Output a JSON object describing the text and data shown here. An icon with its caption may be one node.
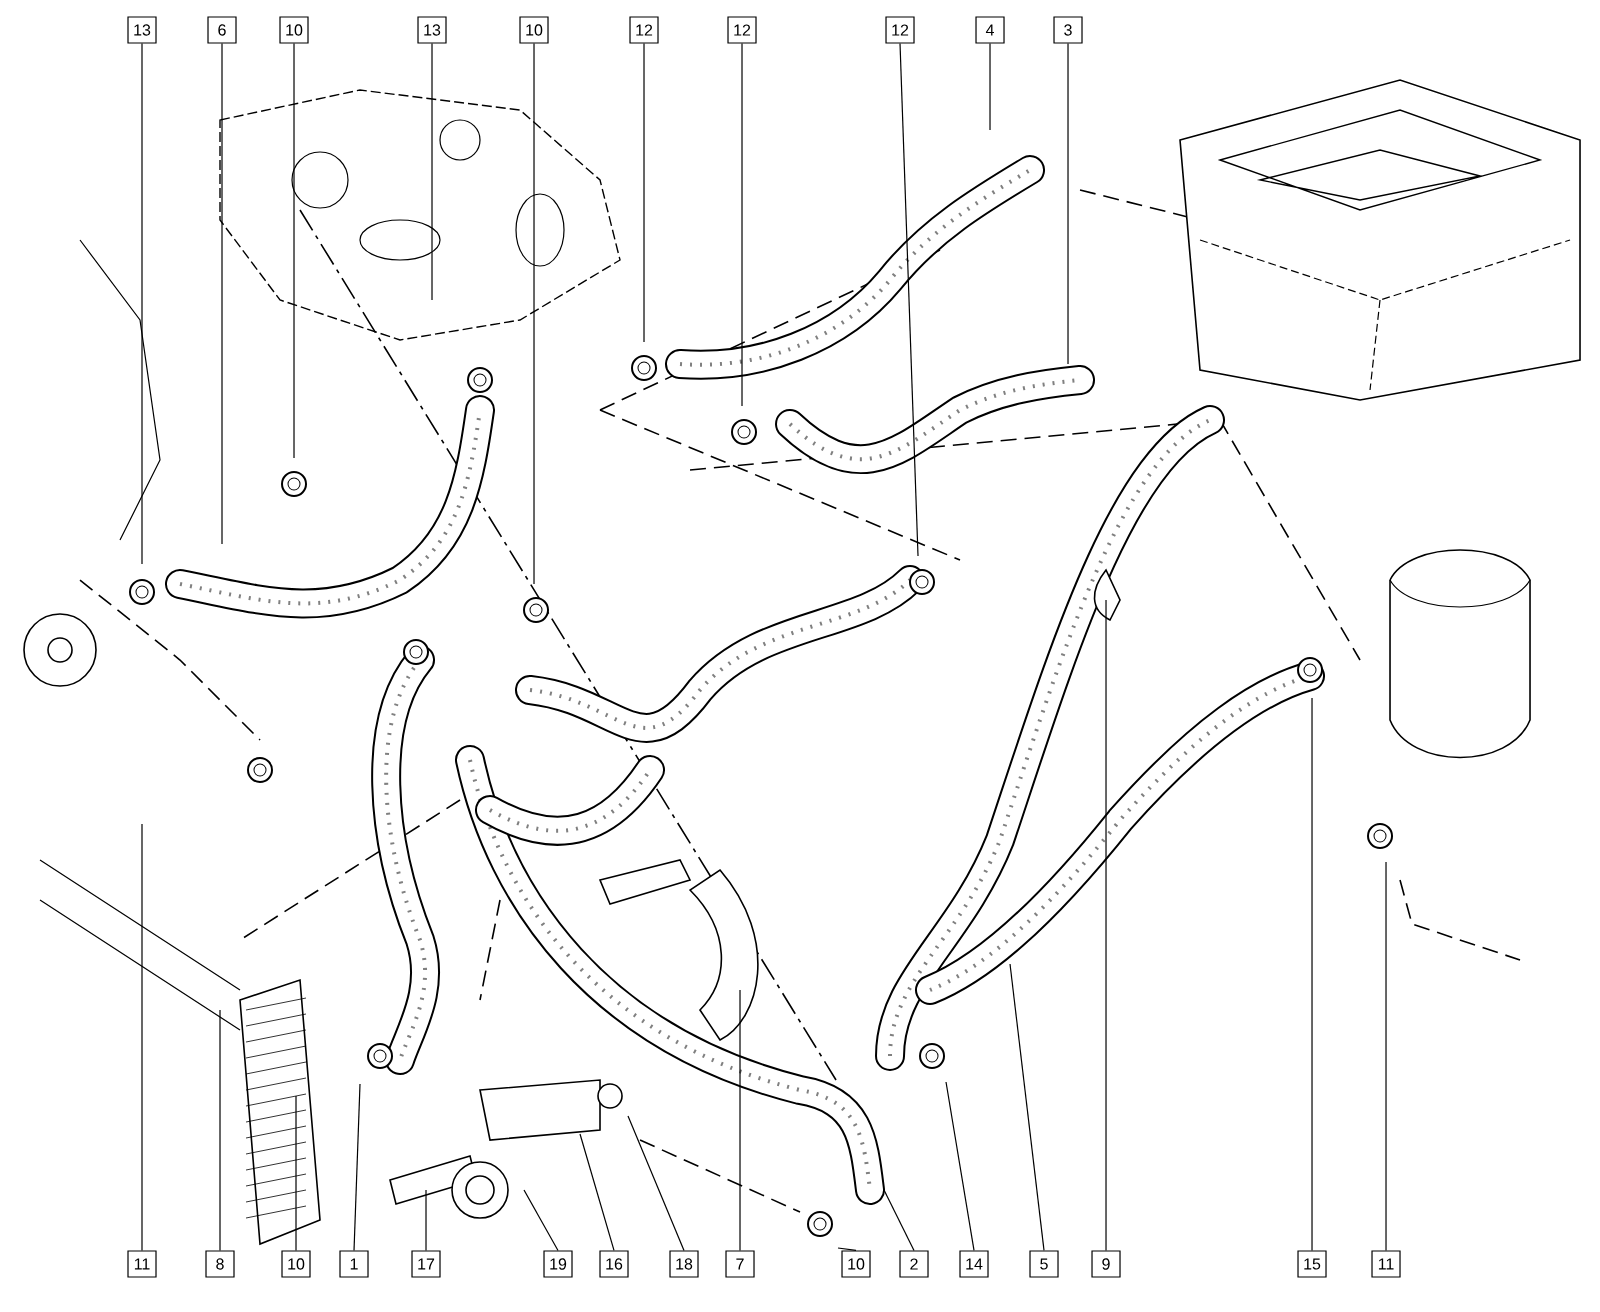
{
  "diagram": {
    "nodes": [
      {
        "text": [
          "13"
        ]
      },
      {
        "text": [
          "6"
        ]
      },
      {
        "text": [
          "10"
        ]
      },
      {
        "text": [
          "13"
        ]
      },
      {
        "text": [
          "10"
        ]
      },
      {
        "text": [
          "12"
        ]
      },
      {
        "text": [
          "12"
        ]
      },
      {
        "text": [
          "12"
        ]
      },
      {
        "text": [
          "4"
        ]
      },
      {
        "text": [
          "3"
        ]
      },
      {
        "text": [
          "11"
        ]
      },
      {
        "text": [
          "8"
        ]
      },
      {
        "text": [
          "10"
        ]
      },
      {
        "text": [
          "1"
        ]
      },
      {
        "text": [
          "17"
        ]
      },
      {
        "text": [
          "19"
        ]
      },
      {
        "text": [
          "16"
        ]
      },
      {
        "text": [
          "18"
        ]
      },
      {
        "text": [
          "7"
        ]
      },
      {
        "text": [
          "10"
        ]
      },
      {
        "text": [
          "2"
        ]
      },
      {
        "text": [
          "14"
        ]
      },
      {
        "text": [
          "5"
        ]
      },
      {
        "text": [
          "9"
        ]
      },
      {
        "text": [
          "15"
        ]
      },
      {
        "text": [
          "11"
        ]
      }
    ],
    "edges": [
      {
        "from": 0,
        "to": null,
        "arrow": "none"
      },
      {
        "from": 1,
        "to": null,
        "arrow": "none"
      },
      {
        "from": 2,
        "to": null,
        "arrow": "none"
      },
      {
        "from": 3,
        "to": null,
        "arrow": "none"
      },
      {
        "from": 4,
        "to": null,
        "arrow": "none"
      },
      {
        "from": 5,
        "to": null,
        "arrow": "none"
      },
      {
        "from": 6,
        "to": null,
        "arrow": "none"
      },
      {
        "from": 7,
        "to": null,
        "arrow": "none"
      },
      {
        "from": 8,
        "to": null,
        "arrow": "none"
      },
      {
        "from": 9,
        "to": null,
        "arrow": "none"
      },
      {
        "from": 10,
        "to": null,
        "arrow": "none"
      },
      {
        "from": 11,
        "to": null,
        "arrow": "none"
      },
      {
        "from": 12,
        "to": null,
        "arrow": "none"
      },
      {
        "from": 13,
        "to": null,
        "arrow": "none"
      },
      {
        "from": 14,
        "to": null,
        "arrow": "none"
      },
      {
        "from": 15,
        "to": null,
        "arrow": "none"
      },
      {
        "from": 16,
        "to": null,
        "arrow": "none"
      },
      {
        "from": 17,
        "to": null,
        "arrow": "none"
      },
      {
        "from": 18,
        "to": null,
        "arrow": "none"
      },
      {
        "from": 19,
        "to": null,
        "arrow": "none"
      },
      {
        "from": 20,
        "to": null,
        "arrow": "none"
      },
      {
        "from": 21,
        "to": null,
        "arrow": "none"
      },
      {
        "from": 22,
        "to": null,
        "arrow": "none"
      },
      {
        "from": 23,
        "to": null,
        "arrow": "none"
      },
      {
        "from": 24,
        "to": null,
        "arrow": "none"
      },
      {
        "from": 25,
        "to": null,
        "arrow": "none"
      }
    ]
  }
}
